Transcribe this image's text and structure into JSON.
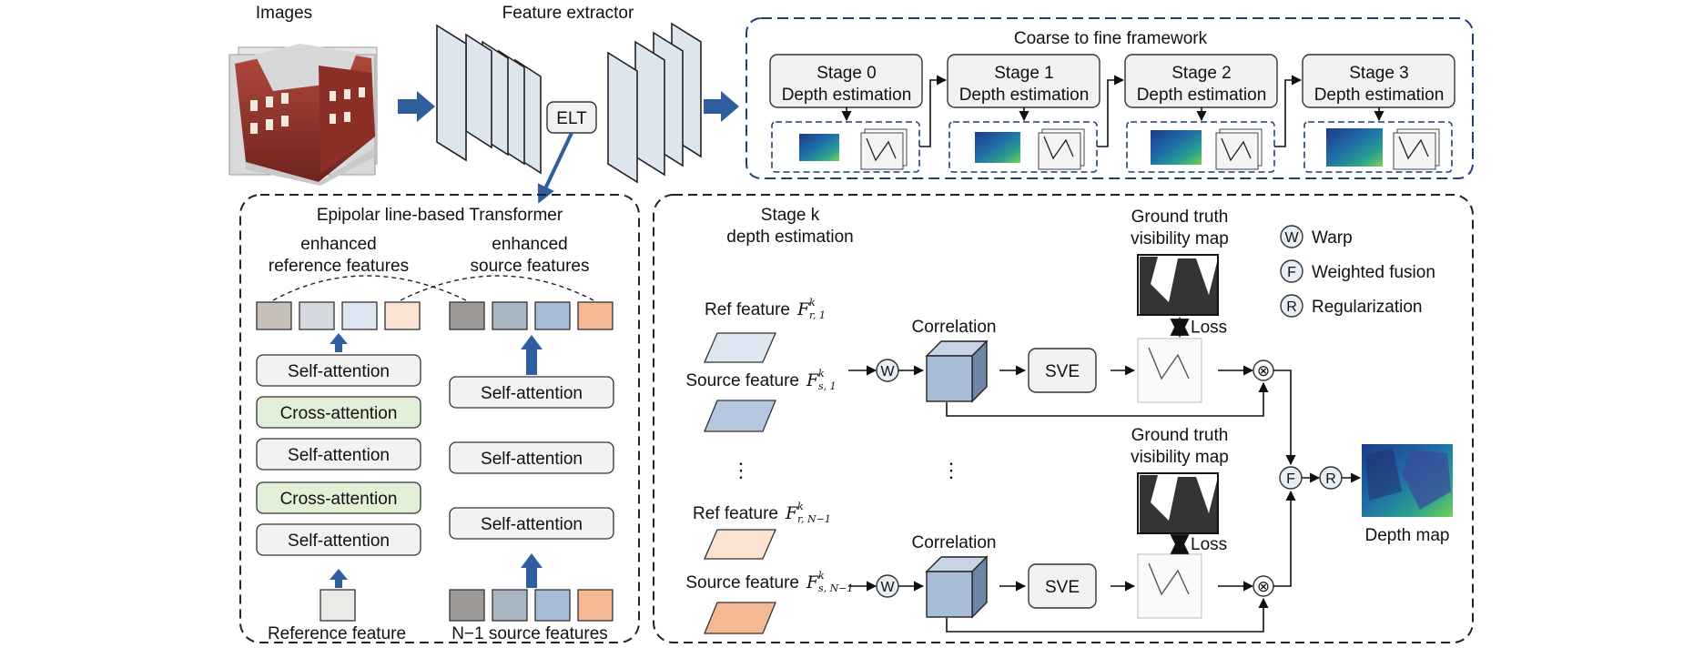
{
  "top": {
    "images_label": "Images",
    "extractor_label": "Feature extractor",
    "elt_label": "ELT",
    "framework_title": "Coarse to fine framework",
    "stages": [
      {
        "title": "Stage 0",
        "sub": "Depth estimation"
      },
      {
        "title": "Stage 1",
        "sub": "Depth estimation"
      },
      {
        "title": "Stage 2",
        "sub": "Depth estimation"
      },
      {
        "title": "Stage 3",
        "sub": "Depth estimation"
      }
    ]
  },
  "elt": {
    "title": "Epipolar line-based Transformer",
    "enh_ref_1": "enhanced",
    "enh_ref_2": "reference features",
    "enh_src_1": "enhanced",
    "enh_src_2": "source features",
    "ref_stack": [
      "Self-attention",
      "Cross-attention",
      "Self-attention",
      "Cross-attention",
      "Self-attention"
    ],
    "src_stack": [
      "Self-attention",
      "Self-attention",
      "Self-attention"
    ],
    "ref_feature_label": "Reference feature",
    "src_features_label": "N−1 source features"
  },
  "stage": {
    "title_1": "Stage k",
    "title_2": "depth estimation",
    "ref1_label": "Ref feature",
    "ref1_math": "F",
    "ref1_sup": "k",
    "ref1_sub": "r, 1",
    "src1_label": "Source feature",
    "src1_sup": "k",
    "src1_sub": "s, 1",
    "refN_label": "Ref feature",
    "refN_sup": "k",
    "refN_sub": "r, N−1",
    "srcN_label": "Source feature",
    "srcN_sup": "k",
    "srcN_sub": "s, N−1",
    "correlation": "Correlation",
    "sve": "SVE",
    "gt_1": "Ground truth",
    "gt_2": "visibility map",
    "loss": "Loss",
    "ellipsis": "⋮",
    "depth_map": "Depth map",
    "w": "W",
    "f": "F",
    "r": "R",
    "otimes": "⊗"
  },
  "legend": [
    {
      "symbol": "W",
      "label": "Warp"
    },
    {
      "symbol": "F",
      "label": "Weighted fusion"
    },
    {
      "symbol": "R",
      "label": "Regularization"
    }
  ],
  "colors": {
    "arrow_blue": "#2E5E9E",
    "panel_box": "#F2F2F2",
    "cross_attention": "#E2F0D9",
    "feat_ref": "#DDE7F2",
    "feat_src": "#B4C7DE",
    "feat_ref_n": "#FBE3D4",
    "feat_src_n": "#F4B894"
  }
}
